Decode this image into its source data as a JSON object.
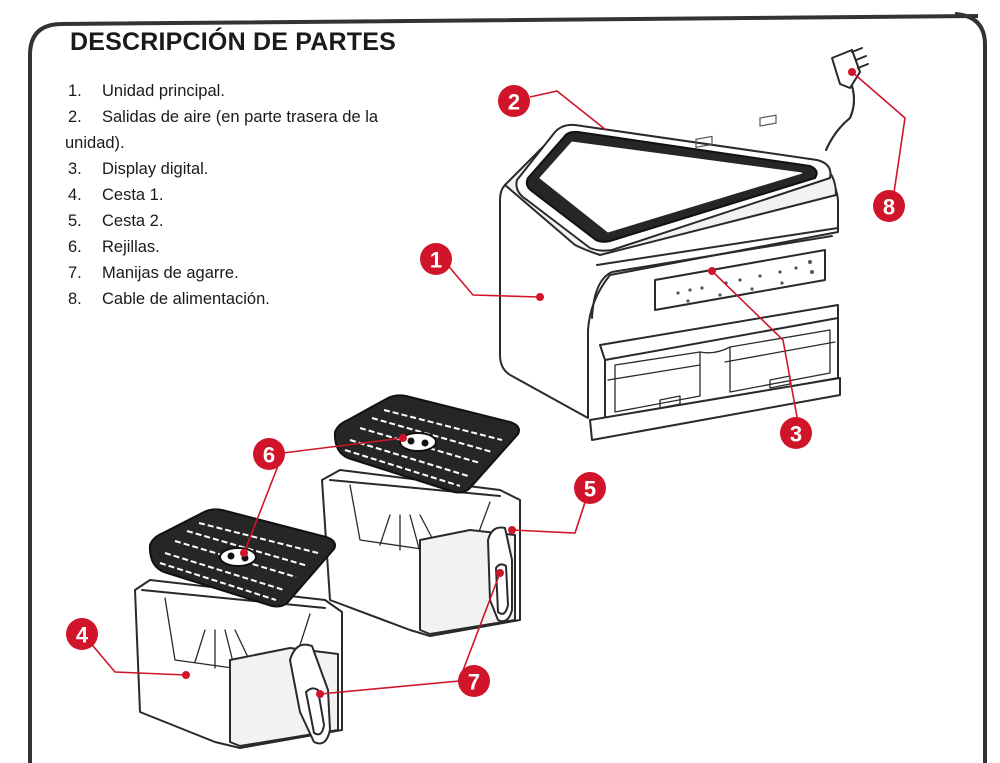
{
  "heading": "DESCRIPCIÓN DE PARTES",
  "parts": [
    {
      "num": "1.",
      "text": "Unidad principal."
    },
    {
      "num": "2.",
      "text": "Salidas de aire (en parte trasera de la unidad)."
    },
    {
      "num": "3.",
      "text": "Display digital."
    },
    {
      "num": "4.",
      "text": "Cesta 1."
    },
    {
      "num": "5.",
      "text": "Cesta 2."
    },
    {
      "num": "6.",
      "text": "Rejillas."
    },
    {
      "num": "7.",
      "text": "Manijas de agarre."
    },
    {
      "num": "8.",
      "text": "Cable de alimentación."
    }
  ],
  "callouts": {
    "c1": "1",
    "c2": "2",
    "c3": "3",
    "c4": "4",
    "c5": "5",
    "c6": "6",
    "c7": "7",
    "c8": "8"
  },
  "colors": {
    "accent": "#d0152a",
    "outline": "#2a2a2a",
    "frame": "#333333"
  }
}
